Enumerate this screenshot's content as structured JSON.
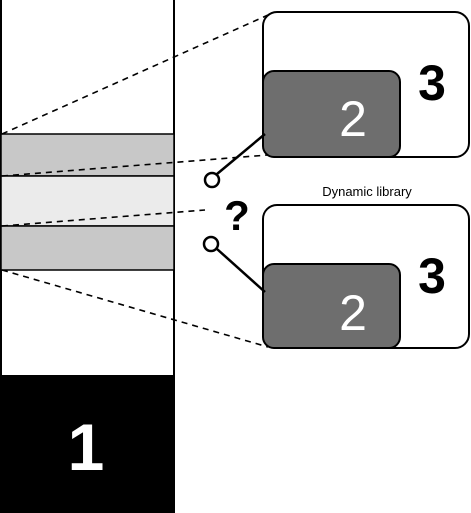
{
  "column": {
    "base_label": "1",
    "band_colors": {
      "base": "#000000",
      "band_dark": "#c8c8c8",
      "band_light": "#ebebeb",
      "background": "#ffffff"
    }
  },
  "modules": [
    {
      "outer_label": "3",
      "inner_label": "2"
    },
    {
      "outer_label": "3",
      "inner_label": "2"
    }
  ],
  "caption": "Dynamic library",
  "unknown_mark": "?",
  "colors": {
    "stroke": "#000000",
    "inner_box": "#6e6e6e",
    "inner_text": "#ffffff"
  }
}
